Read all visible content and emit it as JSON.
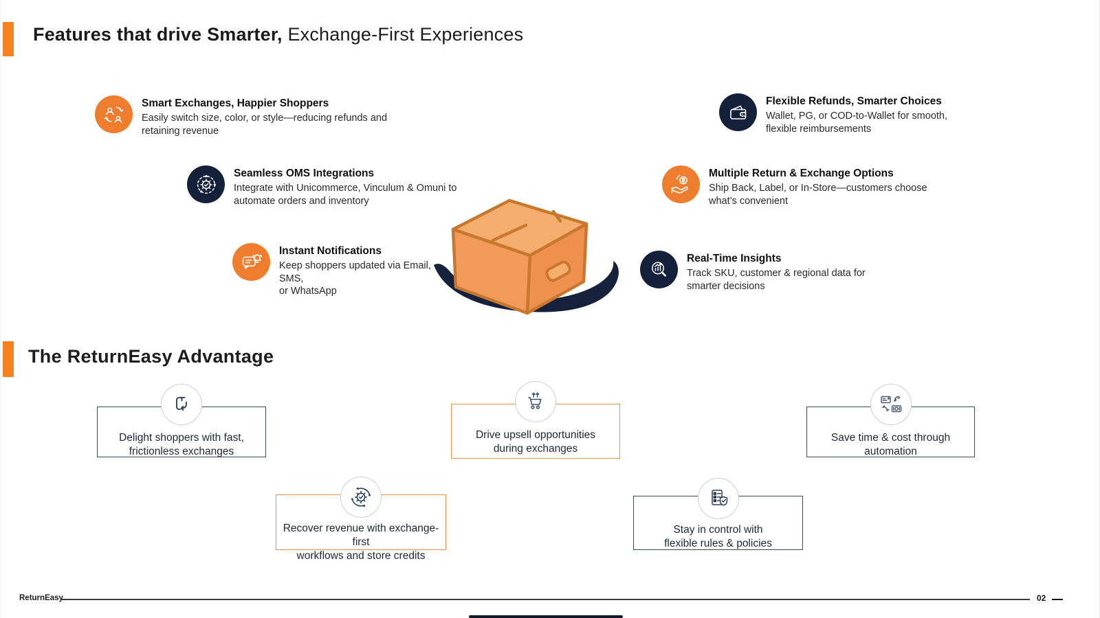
{
  "header": {
    "title_bold": "Features that drive Smarter,",
    "title_regular": "Exchange-First Experiences"
  },
  "features": {
    "left": [
      {
        "icon": "exchange-users-icon",
        "circle_color": "#EF7D2E",
        "title": "Smart Exchanges, Happier Shoppers",
        "desc": "Easily switch size, color, or style—reducing refunds and\nretaining revenue"
      },
      {
        "icon": "gear-network-icon",
        "circle_color": "#15213B",
        "title": "Seamless OMS Integrations",
        "desc": "Integrate with Unicommerce, Vinculum & Omuni to\nautomate orders and inventory"
      },
      {
        "icon": "chat-bell-icon",
        "circle_color": "#EF7D2E",
        "title": "Instant Notifications",
        "desc": "Keep shoppers updated via Email, SMS,\nor WhatsApp"
      }
    ],
    "right": [
      {
        "icon": "wallet-icon",
        "circle_color": "#15213B",
        "title": "Flexible Refunds, Smarter Choices",
        "desc": "Wallet, PG, or COD-to-Wallet for smooth,\nflexible reimbursements"
      },
      {
        "icon": "hand-coin-icon",
        "circle_color": "#EF7D2E",
        "title": "Multiple Return & Exchange Options",
        "desc": "Ship Back, Label, or In-Store—customers choose\nwhat’s convenient"
      },
      {
        "icon": "magnifier-chart-icon",
        "circle_color": "#15213B",
        "title": "Real-Time Insights",
        "desc": "Track SKU, customer & regional data for\nsmarter decisions"
      }
    ]
  },
  "illustration": {
    "name": "shipping-box-with-swoosh"
  },
  "advantage": {
    "heading": "The ReturnEasy Advantage",
    "cards": [
      {
        "icon": "package-return-icon",
        "border": "navy",
        "text": "Delight shoppers with fast,\nfrictionless exchanges"
      },
      {
        "icon": "upsell-cart-icon",
        "border": "orange",
        "text": "Drive upsell opportunities\nduring exchanges"
      },
      {
        "icon": "automation-icon",
        "border": "navy",
        "text": "Save time & cost through\nautomation"
      },
      {
        "icon": "workflow-gear-icon",
        "border": "orange",
        "text": "Recover revenue with exchange-first\nworkflows and store credits"
      },
      {
        "icon": "rules-shield-icon",
        "border": "navy",
        "text": "Stay in control with\nflexible rules & policies"
      }
    ]
  },
  "footer": {
    "brand": "ReturnEasy",
    "page": "02"
  },
  "colors": {
    "accent_orange": "#F5821E",
    "icon_orange": "#EF7D2E",
    "navy": "#15213B",
    "card_border_navy": "#35495C",
    "card_border_orange": "#E8914B",
    "box_fill": "#F19A5B",
    "box_outline": "#C8772E"
  }
}
